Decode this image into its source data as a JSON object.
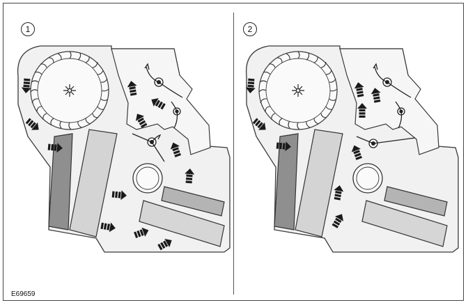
{
  "figure_id": "E69659",
  "panels": [
    {
      "number": "1"
    },
    {
      "number": "2"
    }
  ],
  "colors": {
    "housing_fill": "#f1f1f1",
    "outline": "#3a3a3a",
    "core_dark": "#8f8f8f",
    "core_light": "#d4d4d4",
    "arrow": "#1a1a1a"
  }
}
